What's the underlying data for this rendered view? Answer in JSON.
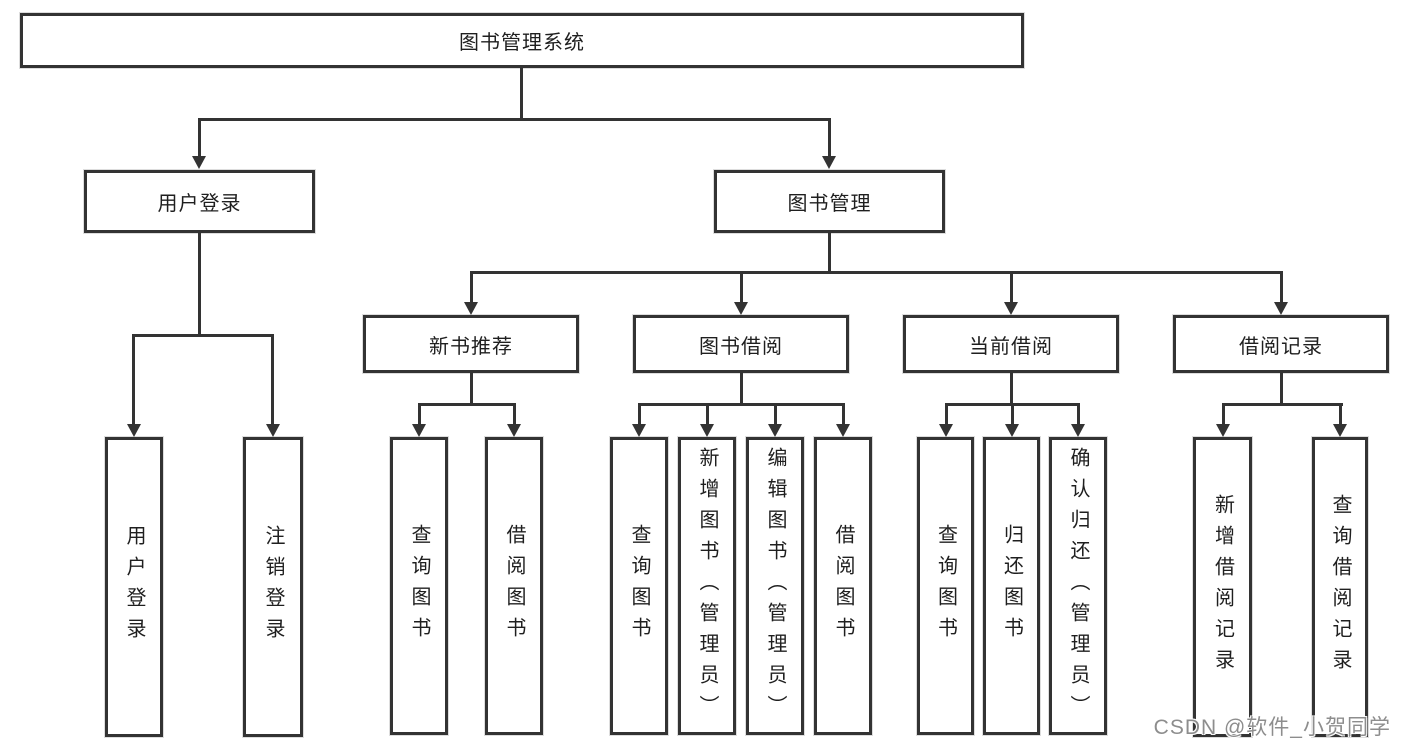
{
  "page": {
    "watermark": "CSDN @软件_小贺同学",
    "colors": {
      "background": "#ffffff",
      "line": "#333333",
      "box_border": "#333333",
      "text": "#1f1f1f",
      "watermark": "#8d8d8d"
    }
  },
  "diagram": {
    "type": "functional-structure-tree",
    "root": {
      "label": "图书管理系统"
    },
    "level2": [
      {
        "id": "user-login",
        "label": "用户登录"
      },
      {
        "id": "book-management",
        "label": "图书管理"
      }
    ],
    "level3": [
      {
        "id": "new-book-recommend",
        "label": "新书推荐",
        "parent": "图书管理"
      },
      {
        "id": "book-borrow",
        "label": "图书借阅",
        "parent": "图书管理"
      },
      {
        "id": "current-borrow",
        "label": "当前借阅",
        "parent": "图书管理"
      },
      {
        "id": "borrow-records",
        "label": "借阅记录",
        "parent": "图书管理"
      }
    ],
    "level4": [
      {
        "id": "user-login-leaf",
        "label": "用户登录",
        "parent": "用户登录"
      },
      {
        "id": "logout",
        "label": "注销登录",
        "parent": "用户登录"
      },
      {
        "id": "query-books-recommend",
        "label": "查询图书",
        "parent": "新书推荐"
      },
      {
        "id": "borrow-book-recommend",
        "label": "借阅图书",
        "parent": "新书推荐"
      },
      {
        "id": "query-books-borrow",
        "label": "查询图书",
        "parent": "图书借阅"
      },
      {
        "id": "add-book-admin",
        "label": "新增图书（管理员）",
        "parent": "图书借阅"
      },
      {
        "id": "edit-book-admin",
        "label": "编辑图书（管理员）",
        "parent": "图书借阅"
      },
      {
        "id": "borrow-book",
        "label": "借阅图书",
        "parent": "图书借阅"
      },
      {
        "id": "query-books-current",
        "label": "查询图书",
        "parent": "当前借阅"
      },
      {
        "id": "return-book",
        "label": "归还图书",
        "parent": "当前借阅"
      },
      {
        "id": "confirm-return-admin",
        "label": "确认归还（管理员）",
        "parent": "当前借阅"
      },
      {
        "id": "add-borrow-record",
        "label": "新增借阅记录",
        "parent": "借阅记录"
      },
      {
        "id": "query-borrow-record",
        "label": "查询借阅记录",
        "parent": "借阅记录"
      }
    ],
    "edges": [
      [
        "图书管理系统",
        "用户登录"
      ],
      [
        "图书管理系统",
        "图书管理"
      ],
      [
        "用户登录",
        "用户登录"
      ],
      [
        "用户登录",
        "注销登录"
      ],
      [
        "图书管理",
        "新书推荐"
      ],
      [
        "图书管理",
        "图书借阅"
      ],
      [
        "图书管理",
        "当前借阅"
      ],
      [
        "图书管理",
        "借阅记录"
      ],
      [
        "新书推荐",
        "查询图书"
      ],
      [
        "新书推荐",
        "借阅图书"
      ],
      [
        "图书借阅",
        "查询图书"
      ],
      [
        "图书借阅",
        "新增图书（管理员）"
      ],
      [
        "图书借阅",
        "编辑图书（管理员）"
      ],
      [
        "图书借阅",
        "借阅图书"
      ],
      [
        "当前借阅",
        "查询图书"
      ],
      [
        "当前借阅",
        "归还图书"
      ],
      [
        "当前借阅",
        "确认归还（管理员）"
      ],
      [
        "借阅记录",
        "新增借阅记录"
      ],
      [
        "借阅记录",
        "查询借阅记录"
      ]
    ]
  }
}
